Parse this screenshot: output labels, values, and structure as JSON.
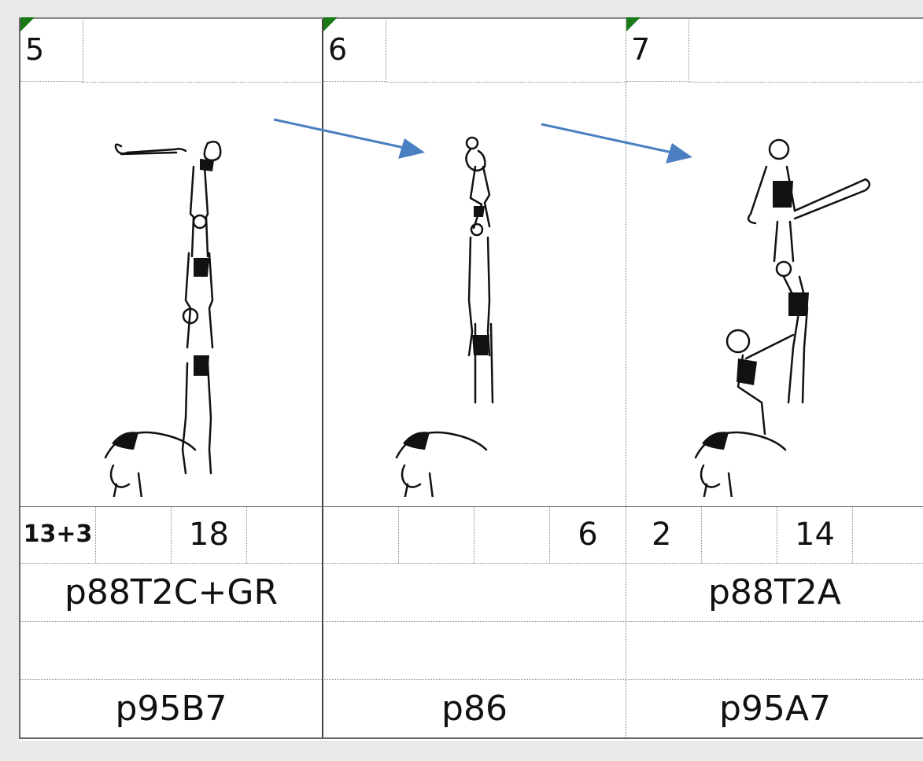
{
  "cards": [
    {
      "number": "5",
      "values": [
        "13+3",
        "",
        "18",
        ""
      ],
      "code_top": "p88T2C+GR",
      "code_middle": "",
      "code_bottom": "p95B7"
    },
    {
      "number": "6",
      "values": [
        "",
        "",
        "",
        "6"
      ],
      "code_top": "",
      "code_middle": "",
      "code_bottom": "p86"
    },
    {
      "number": "7",
      "values": [
        "2",
        "",
        "14",
        ""
      ],
      "code_top": "p88T2A",
      "code_middle": "",
      "code_bottom": "p95A7"
    }
  ],
  "colors": {
    "arrow": "#4a7fc1",
    "grid": "#888888",
    "indicator": "#1a7a1a"
  },
  "icons": [
    "acrobatic-pyramid-figure-icon",
    "transition-arrow-icon"
  ]
}
